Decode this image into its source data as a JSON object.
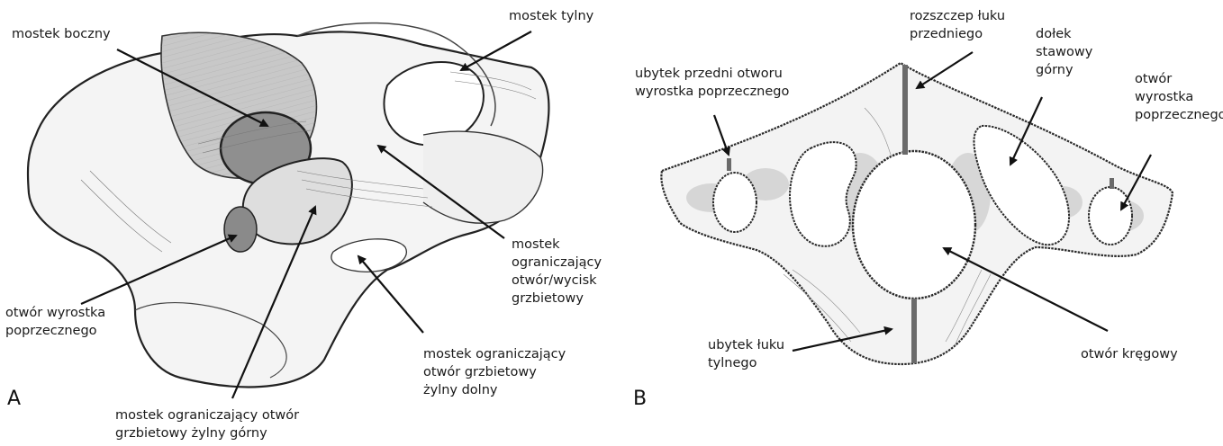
{
  "panel_a": {
    "letter": "A",
    "labels": {
      "mostek_boczny": "mostek boczny",
      "mostek_tylny": "mostek tylny",
      "mostek_ograniczajacy_wycisk": "mostek\nograniczający\notwór/wycisk\ngrzbietowy",
      "otwor_wyrostka": "otwór wyrostka\npoprzecznego",
      "mostek_dolny": "mostek ograniczający\notwór grzbietowy\nżylny dolny",
      "mostek_gorny": "mostek ograniczający otwór\ngrzbietowy żylny górny"
    }
  },
  "panel_b": {
    "letter": "B",
    "labels": {
      "rozszczep": "rozszczep łuku\nprzedniego",
      "dolek": "dołek\nstawowy\ngórny",
      "ubytek_przedni": "ubytek przedni otworu\nwyrostka poprzecznego",
      "otwor_wyrostka": "otwór\nwyrostka\npoprzecznego",
      "ubytek_luku": "ubytek łuku\ntylnego",
      "otwor_kregowy": "otwór kręgowy"
    }
  }
}
